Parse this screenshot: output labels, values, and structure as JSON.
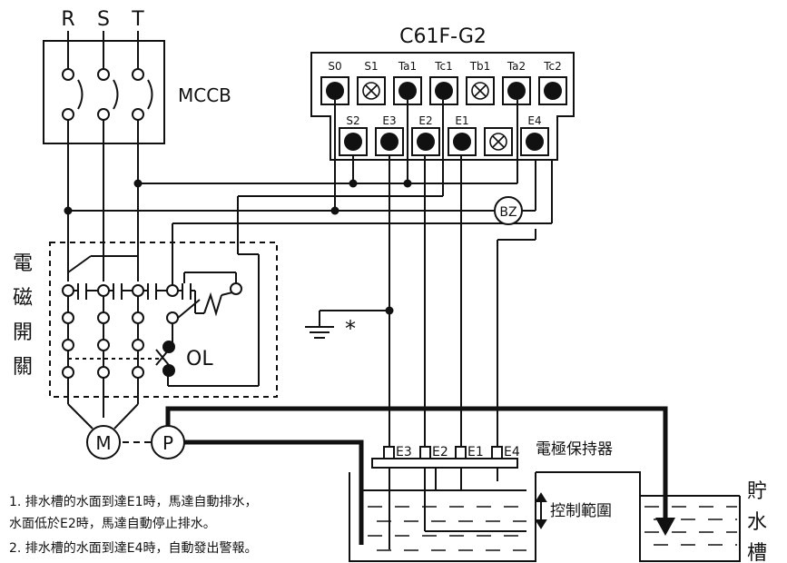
{
  "phases": [
    "R",
    "S",
    "T"
  ],
  "mccb_label": "MCCB",
  "controller_title": "C61F-G2",
  "terminals_top": [
    {
      "label": "S0",
      "type": "dot"
    },
    {
      "label": "S1",
      "type": "x"
    },
    {
      "label": "Ta1",
      "type": "dot"
    },
    {
      "label": "Tc1",
      "type": "dot"
    },
    {
      "label": "Tb1",
      "type": "x"
    },
    {
      "label": "Ta2",
      "type": "dot"
    },
    {
      "label": "Tc2",
      "type": "dot"
    }
  ],
  "terminals_bottom": [
    {
      "label": "S2",
      "type": "dot"
    },
    {
      "label": "E3",
      "type": "dot"
    },
    {
      "label": "E2",
      "type": "dot"
    },
    {
      "label": "E1",
      "type": "dot"
    },
    {
      "label": "",
      "type": "x"
    },
    {
      "label": "E4",
      "type": "dot"
    }
  ],
  "buzzer_label": "BZ",
  "contactor_label": [
    "電",
    "磁",
    "開",
    "關"
  ],
  "ol_label": "OL",
  "ground_mark": "*",
  "motor_label": "M",
  "pump_label": "P",
  "electrodes": [
    "E3",
    "E2",
    "E1",
    "E4"
  ],
  "holder_label": "電極保持器",
  "control_range_label": "控制範圍",
  "reservoir_label": [
    "貯",
    "水",
    "槽"
  ],
  "notes": [
    "1. 排水槽的水面到達E1時，馬達自動排水，",
    "    水面低於E2時，馬達自動停止排水。",
    "2. 排水槽的水面到達E4時，自動發出警報。"
  ]
}
